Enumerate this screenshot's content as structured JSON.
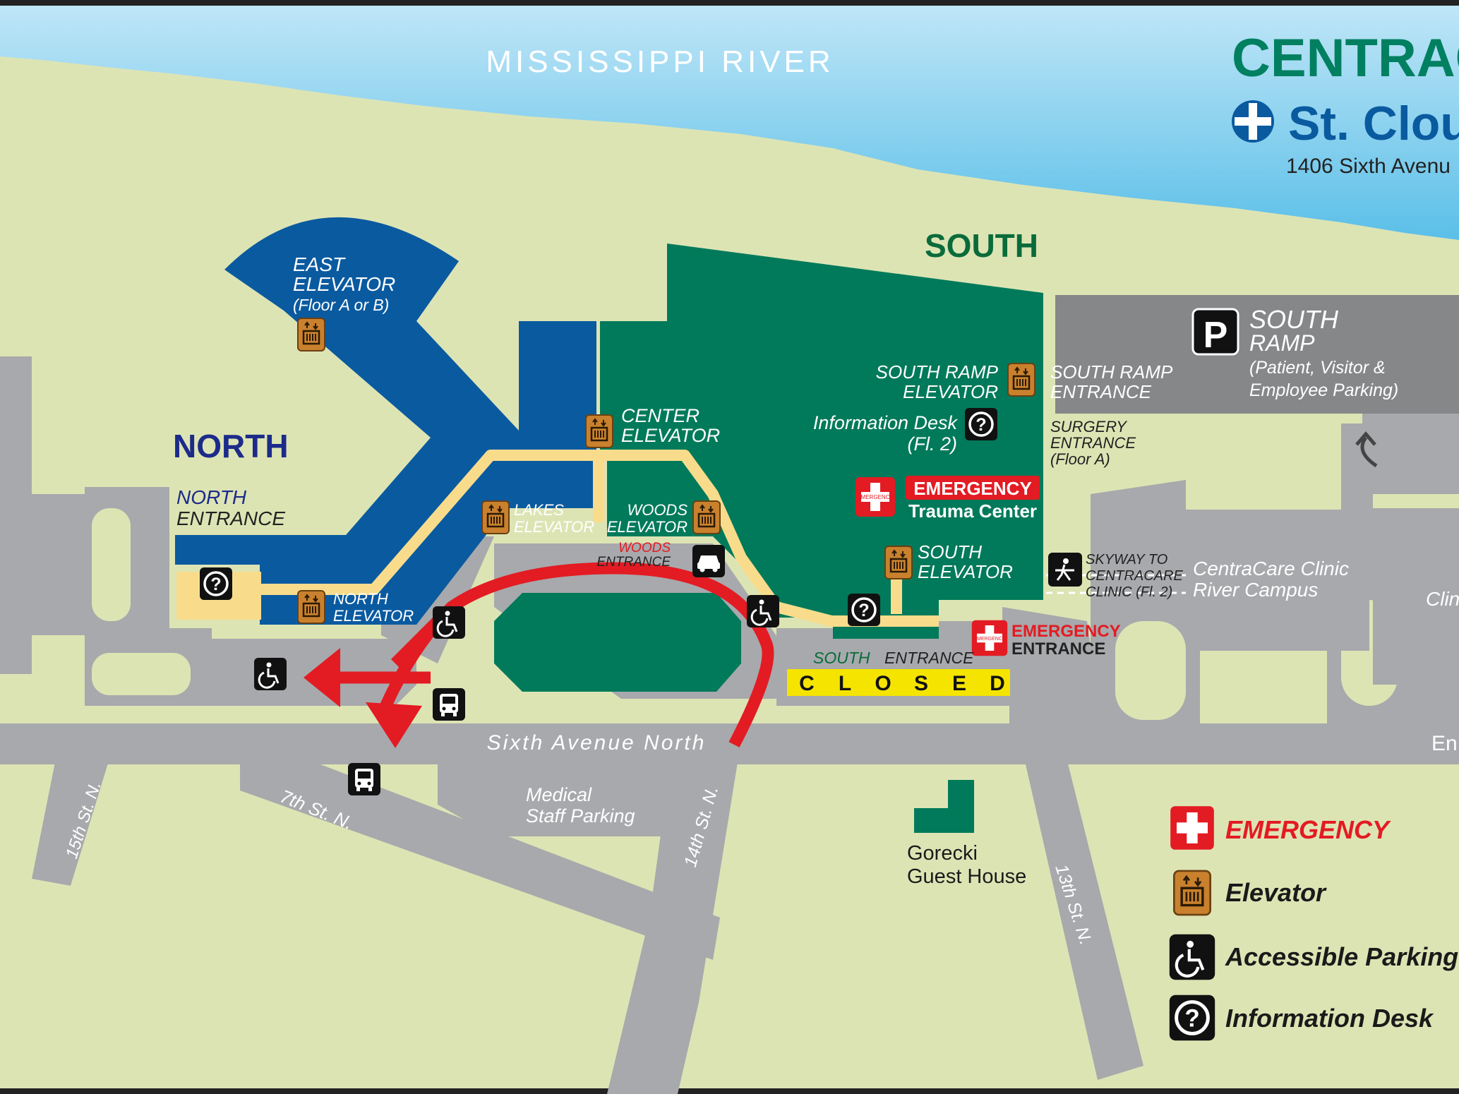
{
  "map": {
    "river": "MISSISSIPPI RIVER",
    "brand": {
      "name_visible": "CENTRAC",
      "location_visible": "St. Clou",
      "address_visible": "1406 Sixth Avenu"
    },
    "areas": {
      "south": "SOUTH",
      "north": "NORTH"
    },
    "elevators": {
      "east": [
        "EAST",
        "ELEVATOR",
        "(Floor A or B)"
      ],
      "center": [
        "CENTER",
        "ELEVATOR"
      ],
      "lakes": [
        "LAKES",
        "ELEVATOR"
      ],
      "woods": [
        "WOODS",
        "ELEVATOR"
      ],
      "north": [
        "NORTH",
        "ELEVATOR"
      ],
      "south_ramp": [
        "SOUTH RAMP",
        "ELEVATOR"
      ],
      "south": [
        "SOUTH",
        "ELEVATOR"
      ]
    },
    "info_desk_label": [
      "Information Desk",
      "(Fl. 2)"
    ],
    "emergency_trauma": [
      "EMERGENCY",
      "Trauma Center"
    ],
    "emergency_entrance": [
      "EMERGENCY",
      "ENTRANCE"
    ],
    "emergency_badge_text": "EMERGENCY",
    "entrances": {
      "north": [
        "NORTH",
        "ENTRANCE"
      ],
      "woods": [
        "WOODS",
        "ENTRANCE"
      ],
      "south_ramp": [
        "SOUTH RAMP",
        "ENTRANCE"
      ],
      "surgery": [
        "SURGERY",
        "ENTRANCE",
        "(Floor A)"
      ],
      "south": [
        "SOUTH",
        "ENTRANCE"
      ]
    },
    "closed_letters": [
      "C",
      "L",
      "O",
      "S",
      "E",
      "D"
    ],
    "parking": {
      "symbol": "P",
      "south_ramp": [
        "SOUTH",
        "RAMP",
        "(Patient, Visitor &",
        "Employee Parking)"
      ],
      "medical_staff": [
        "Medical",
        "Staff Parking"
      ]
    },
    "skyway": [
      "SKYWAY TO",
      "CENTRACARE",
      "CLINIC (Fl. 2)"
    ],
    "clinic": [
      "CentraCare Clinic",
      "River Campus"
    ],
    "clinic_partial": "Clin",
    "guest_house": [
      "Gorecki",
      "Guest House"
    ],
    "streets": {
      "sixth_avenue": "Sixth Avenue North",
      "fifteenth": "15th St. N.",
      "seventh": "7th St. N.",
      "fourteenth": "14th St. N.",
      "thirteenth": "13th St. N.",
      "right_edge": "En"
    }
  },
  "legend": {
    "items": [
      {
        "label": "EMERGENCY",
        "icon": "emergency-cross-icon",
        "color": "#e31b23"
      },
      {
        "label": "Elevator",
        "icon": "elevator-icon",
        "color": "#c9812e"
      },
      {
        "label": "Accessible Parking",
        "icon": "wheelchair-icon",
        "color": "#111111"
      },
      {
        "label": "Information Desk",
        "icon": "info-question-icon",
        "color": "#111111"
      }
    ]
  },
  "colors": {
    "river": "#5bbfe8",
    "land": "#dde4b4",
    "road": "#a7a9ac",
    "north_building": "#0a5aa0",
    "south_building": "#007a5a",
    "corridor": "#f8dc8c",
    "route_arrow": "#e31b23",
    "closed_bar": "#f5e400",
    "brand_green": "#008060",
    "brand_blue": "#0a5aa0"
  }
}
